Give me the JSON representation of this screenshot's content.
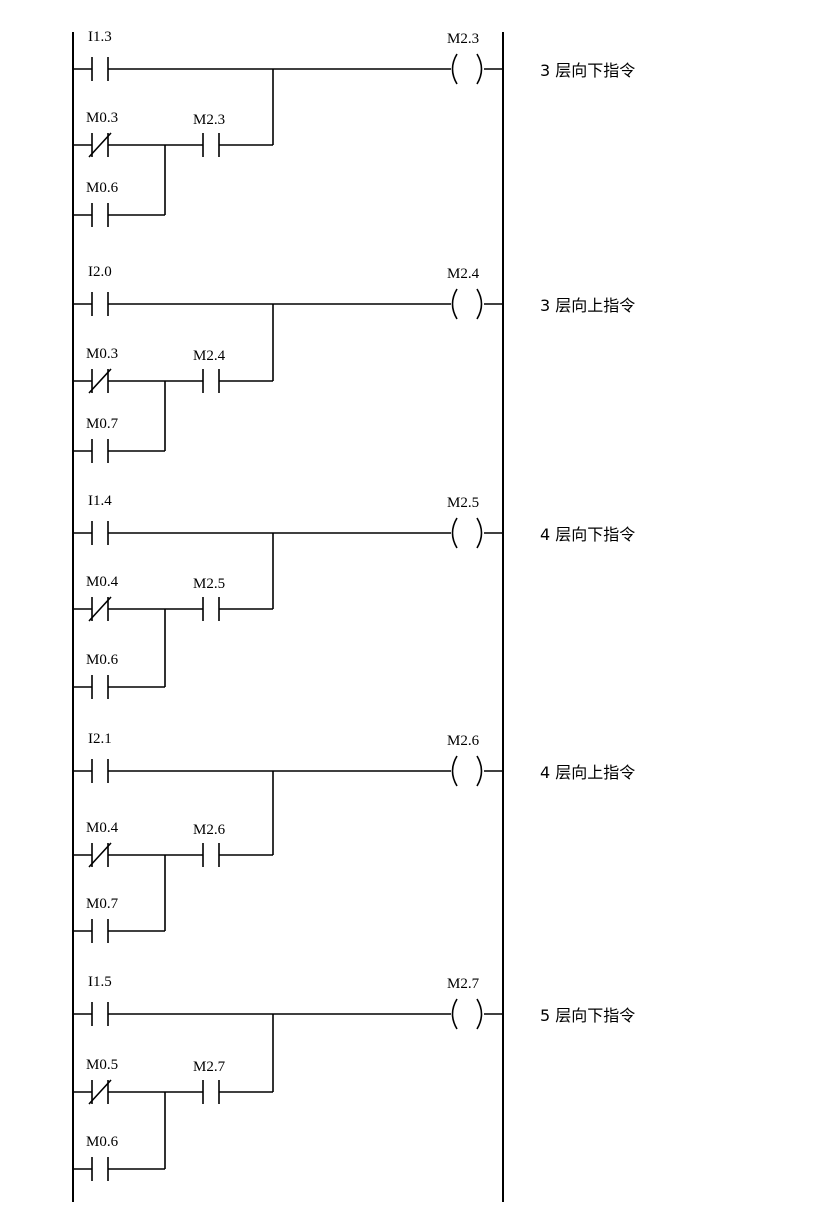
{
  "rungs": [
    {
      "coil": "M2.3",
      "comment": "3 层向下指令",
      "contacts": [
        {
          "address": "I1.3",
          "type": "NO"
        },
        {
          "address": "M0.3",
          "type": "NC"
        },
        {
          "address": "M2.3",
          "type": "NO"
        },
        {
          "address": "M0.6",
          "type": "NO"
        }
      ]
    },
    {
      "coil": "M2.4",
      "comment": "3 层向上指令",
      "contacts": [
        {
          "address": "I2.0",
          "type": "NO"
        },
        {
          "address": "M0.3",
          "type": "NC"
        },
        {
          "address": "M2.4",
          "type": "NO"
        },
        {
          "address": "M0.7",
          "type": "NO"
        }
      ]
    },
    {
      "coil": "M2.5",
      "comment": "4 层向下指令",
      "contacts": [
        {
          "address": "I1.4",
          "type": "NO"
        },
        {
          "address": "M0.4",
          "type": "NC"
        },
        {
          "address": "M2.5",
          "type": "NO"
        },
        {
          "address": "M0.6",
          "type": "NO"
        }
      ]
    },
    {
      "coil": "M2.6",
      "comment": "4 层向上指令",
      "contacts": [
        {
          "address": "I2.1",
          "type": "NO"
        },
        {
          "address": "M0.4",
          "type": "NC"
        },
        {
          "address": "M2.6",
          "type": "NO"
        },
        {
          "address": "M0.7",
          "type": "NO"
        }
      ]
    },
    {
      "coil": "M2.7",
      "comment": "5 层向下指令",
      "contacts": [
        {
          "address": "I1.5",
          "type": "NO"
        },
        {
          "address": "M0.5",
          "type": "NC"
        },
        {
          "address": "M2.7",
          "type": "NO"
        },
        {
          "address": "M0.6",
          "type": "NO"
        }
      ]
    }
  ]
}
